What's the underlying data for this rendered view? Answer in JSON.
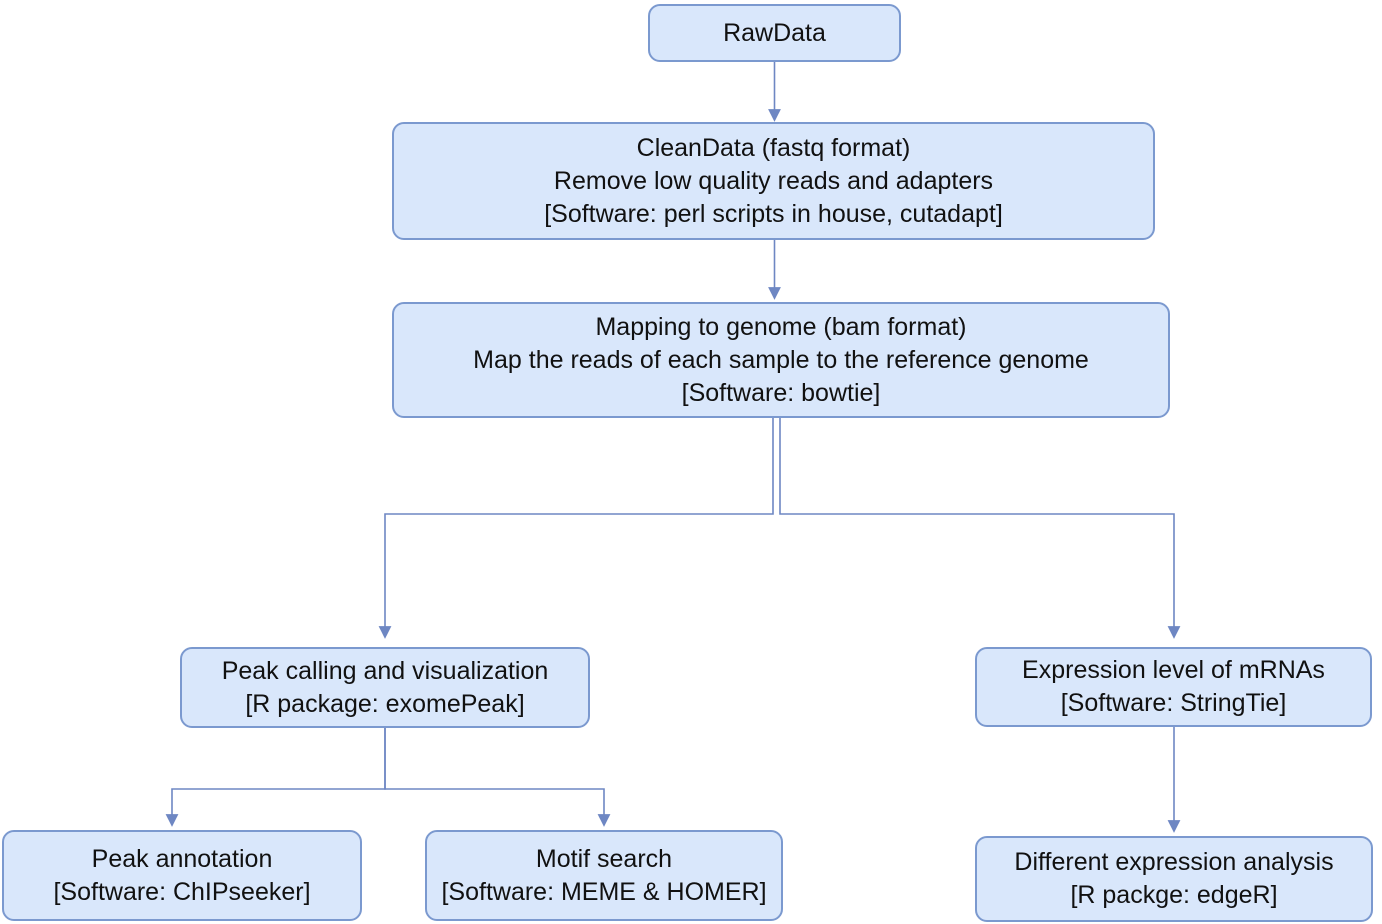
{
  "colors": {
    "box_fill": "#d9e7fb",
    "box_border": "#7b99cf",
    "connector": "#6e87c3",
    "text": "#111111",
    "background": "#ffffff"
  },
  "nodes": {
    "raw_data": {
      "lines": [
        "RawData"
      ]
    },
    "clean_data": {
      "lines": [
        "CleanData (fastq format)",
        "Remove low quality reads and adapters",
        "[Software: perl scripts in house, cutadapt]"
      ]
    },
    "mapping": {
      "lines": [
        "Mapping to genome (bam format)",
        "Map the reads of each sample to the reference genome",
        "[Software: bowtie]"
      ]
    },
    "peak_calling": {
      "lines": [
        "Peak calling and visualization",
        "[R package: exomePeak]"
      ]
    },
    "expression_level": {
      "lines": [
        "Expression level of mRNAs",
        "[Software: StringTie]"
      ]
    },
    "peak_annotation": {
      "lines": [
        "Peak annotation",
        "[Software: ChIPseeker]"
      ]
    },
    "motif_search": {
      "lines": [
        "Motif search",
        "[Software: MEME & HOMER]"
      ]
    },
    "diff_expression": {
      "lines": [
        "Different expression analysis",
        "[R packge: edgeR]"
      ]
    }
  },
  "edges": [
    {
      "from": "raw_data",
      "to": "clean_data"
    },
    {
      "from": "clean_data",
      "to": "mapping"
    },
    {
      "from": "mapping",
      "to": "peak_calling"
    },
    {
      "from": "mapping",
      "to": "expression_level"
    },
    {
      "from": "peak_calling",
      "to": "peak_annotation"
    },
    {
      "from": "peak_calling",
      "to": "motif_search"
    },
    {
      "from": "expression_level",
      "to": "diff_expression"
    }
  ]
}
